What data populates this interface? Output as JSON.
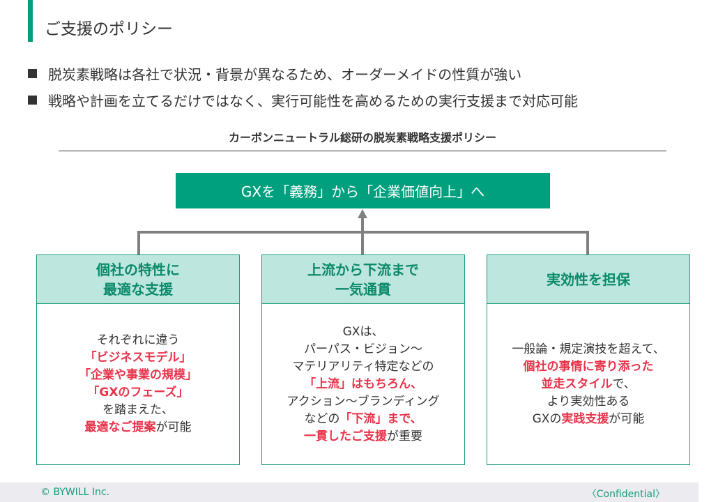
{
  "title": "ご支援のポリシー",
  "bullets": [
    "脱炭素戦略は各社で状況・背景が異なるため、オーダーメイドの性質が強い",
    "戦略や計画を立てるだけではなく、実行可能性を高めるための実行支援まで対応可能"
  ],
  "subtitle": "カーボンニュートラル総研の脱炭素戦略支援ポリシー",
  "goal": "GXを「義務」から「企業価値向上」へ",
  "columns": [
    {
      "title": "個社の特性に\n最適な支援",
      "lines": [
        [
          {
            "t": "それぞれに違う"
          }
        ],
        [
          {
            "t": "「ビジネスモデル」",
            "r": true
          }
        ],
        [
          {
            "t": "「企業や事業の規模」",
            "r": true
          }
        ],
        [
          {
            "t": "「GXのフェーズ」",
            "r": true
          }
        ],
        [
          {
            "t": "を踏まえた、"
          }
        ],
        [
          {
            "t": "最適なご提案",
            "r": true
          },
          {
            "t": "が可能"
          }
        ]
      ]
    },
    {
      "title": "上流から下流まで\n一気通貫",
      "lines": [
        [
          {
            "t": "GXは、"
          }
        ],
        [
          {
            "t": "パーパス・ビジョン～"
          }
        ],
        [
          {
            "t": "マテリアリティ特定などの"
          }
        ],
        [
          {
            "t": "「上流」はもちろん、",
            "r": true
          }
        ],
        [
          {
            "t": "アクション～ブランディング"
          }
        ],
        [
          {
            "t": "などの"
          },
          {
            "t": "「下流」まで、",
            "r": true
          }
        ],
        [
          {
            "t": "一貫したご支援",
            "r": true
          },
          {
            "t": "が重要"
          }
        ]
      ]
    },
    {
      "title": "実効性を担保",
      "lines": [
        [
          {
            "t": "一般論・規定演技を超えて、"
          }
        ],
        [
          {
            "t": "個社の事情に寄り添った",
            "r": true
          }
        ],
        [
          {
            "t": "並走スタイル",
            "r": true
          },
          {
            "t": "で、"
          }
        ],
        [
          {
            "t": "より実効性ある"
          }
        ],
        [
          {
            "t": "GXの"
          },
          {
            "t": "実践支援",
            "r": true
          },
          {
            "t": "が可能"
          }
        ]
      ]
    }
  ],
  "footer": {
    "copyright": "© BYWILL Inc.",
    "confidential": "〈Confidential〉"
  },
  "colors": {
    "accent": "#00a07e",
    "header": "#bde6df",
    "highlight": "#e8334a"
  }
}
